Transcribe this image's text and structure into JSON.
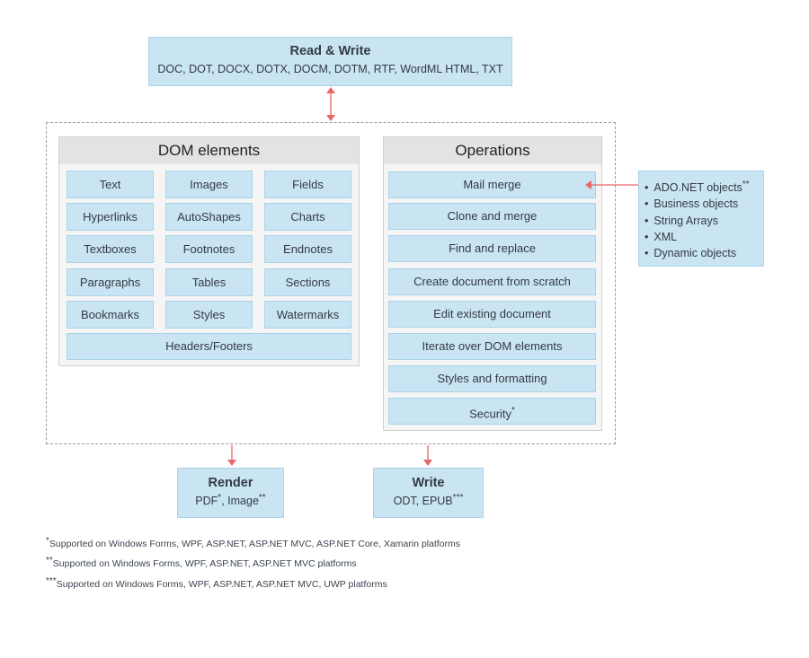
{
  "read_write": {
    "title": "Read & Write",
    "formats": "DOC, DOT, DOCX, DOTX, DOCM, DOTM, RTF, WordML HTML, TXT"
  },
  "dom": {
    "title": "DOM elements",
    "items": [
      "Text",
      "Images",
      "Fields",
      "Hyperlinks",
      "AutoShapes",
      "Charts",
      "Textboxes",
      "Footnotes",
      "Endnotes",
      "Paragraphs",
      "Tables",
      "Sections",
      "Bookmarks",
      "Styles",
      "Watermarks"
    ],
    "wide_item": "Headers/Footers"
  },
  "operations": {
    "title": "Operations",
    "items": [
      "Mail merge",
      "Clone and merge",
      "Find and replace",
      "Create document from scratch",
      "Edit existing document",
      "Iterate over DOM elements",
      "Styles and formatting",
      "Security"
    ],
    "security_mark": "*"
  },
  "data_sources": {
    "items": [
      "ADO.NET objects",
      "Business objects",
      "String Arrays",
      "XML",
      "Dynamic objects"
    ],
    "ado_mark": "**"
  },
  "render": {
    "title": "Render",
    "pdf": "PDF",
    "pdf_mark": "*",
    "image": ", Image",
    "image_mark": "**"
  },
  "write": {
    "title": "Write",
    "formats": "ODT, EPUB",
    "mark": "***"
  },
  "footnotes": [
    {
      "mark": "*",
      "text": "Supported on Windows Forms, WPF, ASP.NET, ASP.NET MVC, ASP.NET Core, Xamarin platforms"
    },
    {
      "mark": "**",
      "text": "Supported on Windows Forms, WPF, ASP.NET, ASP.NET MVC platforms"
    },
    {
      "mark": "***",
      "text": "Supported on Windows Forms, WPF, ASP.NET, ASP.NET MVC, UWP platforms"
    }
  ],
  "colors": {
    "box_fill": "#c9e5f3",
    "arrow": "#e8676b",
    "panel_head": "#e3e3e3"
  }
}
